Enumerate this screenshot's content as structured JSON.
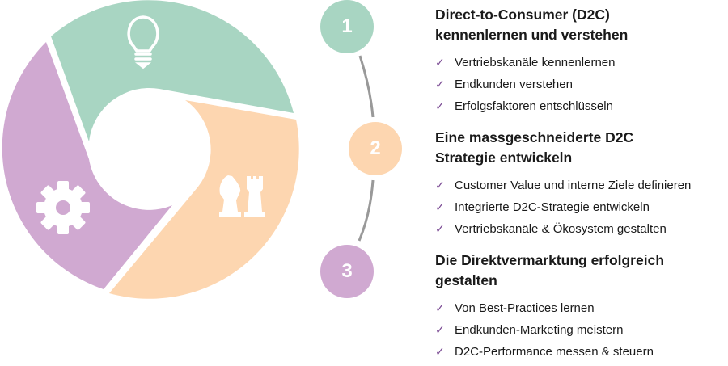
{
  "colors": {
    "green": "#a8d5c2",
    "orange": "#fdd6b0",
    "purple": "#d0a9d1",
    "check": "#7b4b94",
    "line": "#999999"
  },
  "icons": [
    "lightbulb-icon",
    "gear-icon",
    "chess-icon"
  ],
  "steps": [
    {
      "number": "1",
      "title_line1": "Direct-to-Consumer (D2C)",
      "title_line2": "kennenlernen und verstehen",
      "items": [
        "Vertriebskanäle kennenlernen",
        "Endkunden verstehen",
        "Erfolgsfaktoren entschlüsseln"
      ]
    },
    {
      "number": "2",
      "title_line1": "Eine massgeschneiderte D2C",
      "title_line2": "Strategie entwickeln",
      "items": [
        "Customer Value und interne Ziele definieren",
        "Integrierte D2C-Strategie entwickeln",
        "Vertriebskanäle & Ökosystem gestalten"
      ]
    },
    {
      "number": "3",
      "title_line1": "Die Direktvermarktung erfolgreich",
      "title_line2": "gestalten",
      "items": [
        "Von Best-Practices lernen",
        "Endkunden-Marketing meistern",
        "D2C-Performance messen & steuern"
      ]
    }
  ],
  "check_glyph": "✓"
}
